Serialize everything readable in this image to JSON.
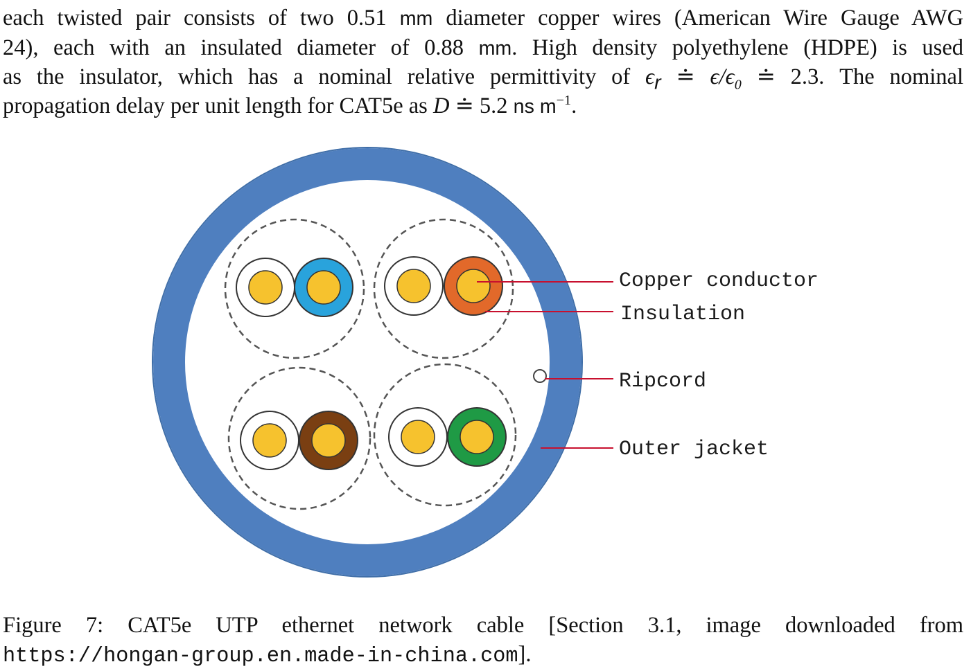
{
  "paragraph": {
    "l1_a": "each twisted pair consists of two 0.51",
    "l1_unit": "mm",
    "l1_b": "diameter copper wires (American Wire Gauge AWG",
    "l2_a": "24), each with an insulated diameter of 0.88",
    "l2_unit": "mm",
    "l2_b": ". High density polyethylene (HDPE) is used",
    "l3_a": "as the insulator, which has a nominal relative permittivity of",
    "l3_eps": "ϵ",
    "l3_r": "r",
    "l3_eq1": " ≐ ",
    "l3_ratio": "ϵ/ϵ",
    "l3_zero": "0",
    "l3_eq2": " ≐ 2.3. The nominal",
    "l4_a": "propagation delay per unit length for CAT5e as",
    "l4_D": "D",
    "l4_eq": " ≐ 5.2",
    "l4_unit": "ns m",
    "l4_exp": "−1",
    "l4_end": "."
  },
  "figure": {
    "labels": {
      "copper": "Copper conductor",
      "insulation": "Insulation",
      "ripcord": "Ripcord",
      "jacket": "Outer jacket"
    },
    "colors": {
      "jacket": "#4f7fbf",
      "conductor": "#f6c22e",
      "blue": "#29a3dc",
      "orange": "#e2692a",
      "brown": "#7a3f12",
      "green": "#1f9a45",
      "leader": "#c8102e"
    }
  },
  "caption": {
    "fig": "Figure 7:",
    "text": "CAT5e UTP ethernet network cable [Section 3.1, image downloaded from",
    "url": "https://hongan-group.en.made-in-china.com",
    "end": "]."
  }
}
